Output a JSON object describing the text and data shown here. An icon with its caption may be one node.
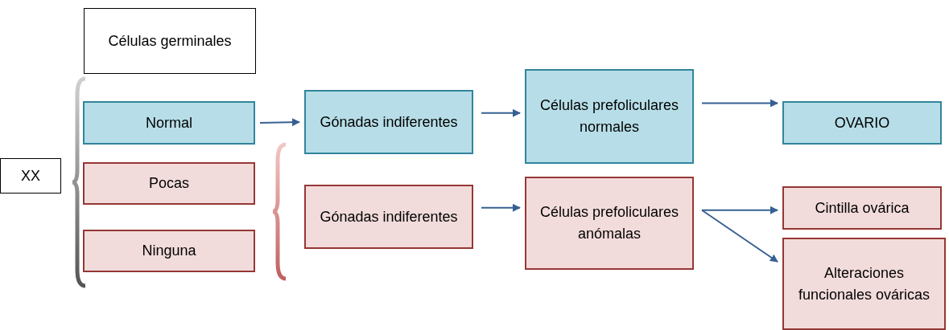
{
  "diagram": {
    "nodes": [
      {
        "text": [
          "XX"
        ]
      },
      {
        "text": [
          "Células germinales"
        ]
      },
      {
        "text": [
          "Normal"
        ]
      },
      {
        "text": [
          "Pocas"
        ]
      },
      {
        "text": [
          "Ninguna"
        ]
      },
      {
        "text": [
          "Gónadas indiferentes"
        ]
      },
      {
        "text": [
          "Células prefoliculares normales"
        ]
      },
      {
        "text": [
          "OVARIO"
        ]
      },
      {
        "text": [
          "Gónadas indiferentes"
        ]
      },
      {
        "text": [
          "Células prefoliculares anómalas"
        ]
      },
      {
        "text": [
          "Cintilla ovárica"
        ]
      },
      {
        "text": [
          "Alteraciones funcionales ováricas"
        ]
      }
    ],
    "edges": [
      {
        "from": 2,
        "to": 5,
        "arrow": "to"
      },
      {
        "from": 5,
        "to": 6,
        "arrow": "to"
      },
      {
        "from": 6,
        "to": 7,
        "arrow": "to"
      },
      {
        "from": 8,
        "to": 9,
        "arrow": "to"
      },
      {
        "from": 9,
        "to": 10,
        "arrow": "to"
      },
      {
        "from": 9,
        "to": 11,
        "arrow": "to"
      }
    ]
  }
}
